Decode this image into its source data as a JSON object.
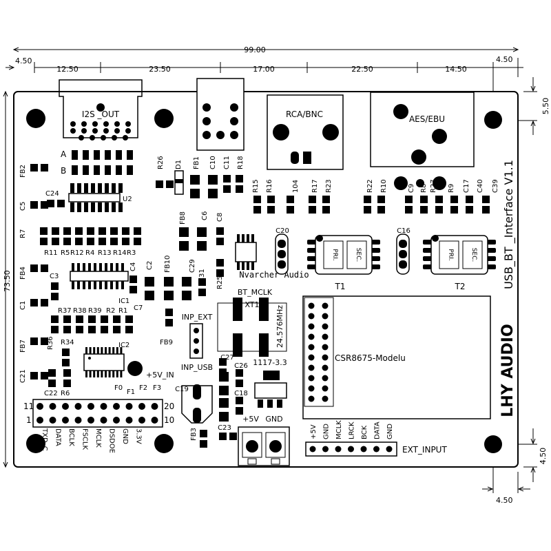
{
  "dimensions": {
    "total_width": "99.00",
    "left_margin": "4.50",
    "right_margin": "4.50",
    "segments": [
      "12.50",
      "23.50",
      "17.00",
      "22.50",
      "14.50"
    ],
    "top_right": "5.50",
    "height": "73.50",
    "bottom_right": "4.50",
    "bottom": "4.50"
  },
  "connectors": {
    "i2s_out": "I2S _OUT",
    "rca_bnc": "RCA/BNC",
    "aes_ebu": "AES/EBU",
    "row_a": "A",
    "row_b": "B"
  },
  "board": {
    "title": "USB_BT _Interface V1.1",
    "brand": "LHY AUDIO",
    "module": "CSR8675-Modelu",
    "watermark": "Nvarcher Audio",
    "crystal": "24.576MHz",
    "crystal_label": "XT1",
    "bt_mclk": "BT_MCLK",
    "regulator": "1117-3.3",
    "plus5v_in": "+5V_IN",
    "inp_ext": "INP_EXT",
    "inp_usb": "INP_USB",
    "plus5v": "+5V",
    "gnd": "GND",
    "ext_input": "EXT_INPUT",
    "t1": "T1",
    "t2": "T2",
    "pri": "PRI.",
    "sec": "SEC."
  },
  "components": [
    "FB2",
    "C24",
    "C5",
    "U2",
    "R7",
    "R11",
    "R5",
    "R12",
    "R4",
    "R13",
    "R14",
    "R3",
    "FB4",
    "C3",
    "IC1",
    "C1",
    "R37",
    "R38",
    "R39",
    "R2",
    "R1",
    "FB7",
    "R36",
    "R34",
    "IC2",
    "C21",
    "C22",
    "R6",
    "R26",
    "D1",
    "FB1",
    "C10",
    "C11",
    "R18",
    "FB8",
    "C6",
    "C8",
    "C2",
    "C4",
    "FB10",
    "C29",
    "C31",
    "R25",
    "C7",
    "FB9",
    "C27",
    "C26",
    "C18",
    "C19",
    "FB3",
    "C23",
    "R15",
    "R16",
    "104",
    "R17",
    "R23",
    "R22",
    "R10",
    "C9",
    "R8",
    "R27",
    "R9",
    "C17",
    "C40",
    "C39",
    "C20",
    "C16"
  ],
  "header_top_numbers": [
    "F0",
    "F1",
    "F2",
    "F3"
  ],
  "header_pins": {
    "left_top": "11",
    "left_bottom": "1",
    "right_top": "20",
    "right_bottom": "10"
  },
  "header_signals": [
    "TXD_C",
    "DATA",
    "BCLK",
    "FSCLK",
    "MCLK",
    "DSDOE",
    "GND",
    "3.3V"
  ],
  "ext_input_signals": [
    "+5V",
    "GND",
    "MCLK",
    "LRCK",
    "BCK",
    "DATA",
    "GND"
  ]
}
